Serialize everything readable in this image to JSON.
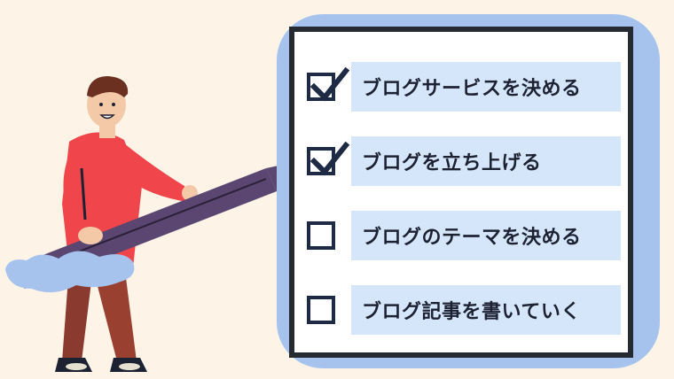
{
  "checklist": {
    "items": [
      {
        "label": "ブログサービスを決める",
        "checked": true
      },
      {
        "label": "ブログを立ち上げる",
        "checked": true
      },
      {
        "label": "ブログのテーマを決める",
        "checked": false
      },
      {
        "label": "ブログ記事を書いていく",
        "checked": false
      }
    ]
  },
  "colors": {
    "background": "#fdf3e7",
    "board_shadow": "#a6c3ee",
    "band": "#d6e6fa",
    "ink": "#1f2a44",
    "shirt": "#f0454a",
    "pen": "#5a4670"
  },
  "icons": [
    "checkmark-icon",
    "pencil-icon",
    "person-illustration"
  ]
}
